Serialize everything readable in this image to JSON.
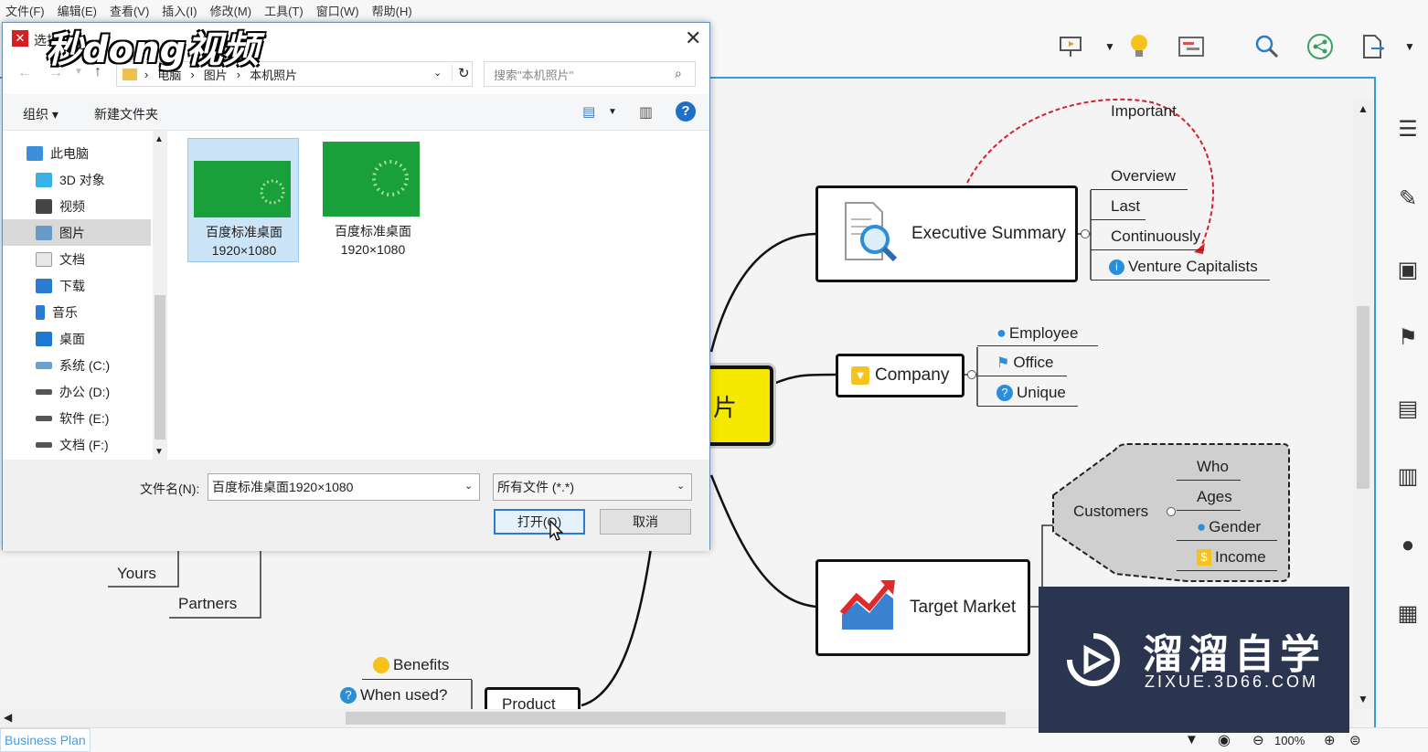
{
  "menubar": [
    "文件(F)",
    "编辑(E)",
    "查看(V)",
    "插入(I)",
    "修改(M)",
    "工具(T)",
    "窗口(W)",
    "帮助(H)"
  ],
  "mindmap": {
    "central_fragment": "片",
    "executive_summary": "Executive Summary",
    "es_children": [
      "Overview",
      "Last",
      "Continuously",
      "Venture Capitalists"
    ],
    "relationship_label": "Important",
    "company": "Company",
    "company_children": [
      "Employee",
      "Office",
      "Unique"
    ],
    "target_market": "Target Market",
    "customers": "Customers",
    "customer_children": [
      "Who",
      "Ages",
      "Gender",
      "Income"
    ],
    "left_items": [
      "Yours",
      "Partners"
    ],
    "product": "Product",
    "product_children": [
      "Benefits",
      "When used?"
    ]
  },
  "status": {
    "sheet_tab": "Business Plan",
    "zoom": "100%"
  },
  "dialog": {
    "title": "选择",
    "breadcrumb": [
      "电脑",
      "图片",
      "本机照片"
    ],
    "search_placeholder": "搜索\"本机照片\"",
    "organize": "组织 ▾",
    "new_folder": "新建文件夹",
    "nav_items": [
      "此电脑",
      "3D 对象",
      "视频",
      "图片",
      "文档",
      "下载",
      "音乐",
      "桌面",
      "系统 (C:)",
      "办公 (D:)",
      "软件 (E:)",
      "文档 (F:)"
    ],
    "files": [
      {
        "name": "百度标准桌面",
        "size": "1920×1080"
      },
      {
        "name": "百度标准桌面",
        "size": "1920×1080"
      }
    ],
    "filename_label": "文件名(N):",
    "filename_value": "百度标准桌面1920×1080",
    "filetype_value": "所有文件 (*.*)",
    "open_button": "打开(O)",
    "cancel_button": "取消"
  },
  "watermark": {
    "top_left": "秒dong视频",
    "bottom_right_cn": "溜溜自学",
    "bottom_right_en": "ZIXUE.3D66.COM"
  },
  "colors": {
    "accent": "#3a9ad9",
    "central": "#f5e900",
    "thumb_green": "#1aa03a"
  }
}
